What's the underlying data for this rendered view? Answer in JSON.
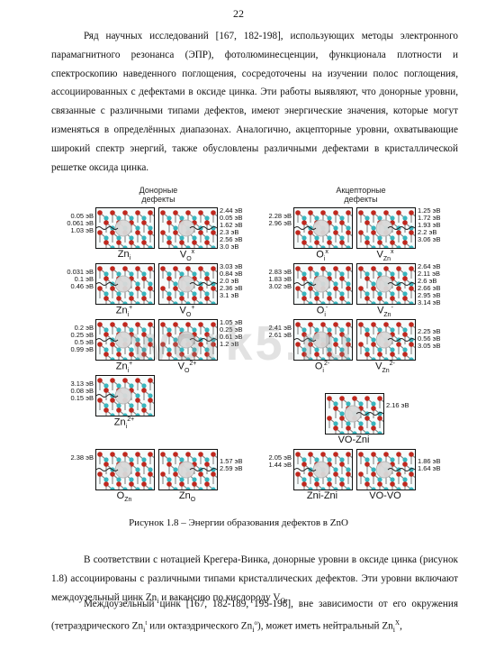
{
  "page_number": "22",
  "paragraph1": "Ряд научных исследований [167, 182-198], использующих методы электронного парамагнитного резонанса (ЭПР), фотолюминесценции, функционала плотности и спектроскопию наведенного поглощения, сосредоточены на изучении полос поглощения, ассоциированных с дефектами в оксиде цинка. Эти работы выявляют, что донорные уровни, связанные с различными типами дефектов, имеют энергические значения, которые могут изменяться в определённых диапазонах. Аналогично, акцепторные уровни, охватывающие широкий спектр энергий, также обусловлены различными дефектами в кристаллической решетке оксида цинка.",
  "figure": {
    "donor_header": "Донорные\nдефекты",
    "acceptor_header": "Акцепторные\nдефекты",
    "panels": [
      {
        "id": "zni0",
        "label": "Zni",
        "lsub": "i",
        "lsup": "",
        "left": "0.05 эВ\n0.061 эВ\n1.03 эВ",
        "right": ""
      },
      {
        "id": "vo0",
        "label": "VO",
        "lsub": "O",
        "lsup": "x",
        "left": "",
        "right": "2.44 эВ\n0.05 эВ\n1.62 эВ\n2.3 эВ\n2.56 эВ\n3.0 эВ"
      },
      {
        "id": "oi0",
        "label": "Oi",
        "lsub": "i",
        "lsup": "x",
        "left": "2.28 эВ\n2.96 эВ",
        "right": ""
      },
      {
        "id": "vzn0",
        "label": "VZn",
        "lsub": "Zn",
        "lsup": "x",
        "left": "",
        "right": "1.25 эВ\n1.72 эВ\n1.93 эВ\n2.2 эВ\n3.06 эВ"
      },
      {
        "id": "zni1",
        "label": "Zni",
        "lsub": "i",
        "lsup": "+",
        "left": "0.031 эВ\n0.1 эВ\n0.46 эВ",
        "right": ""
      },
      {
        "id": "vo1",
        "label": "VO",
        "lsub": "O",
        "lsup": "+",
        "left": "",
        "right": "3.03 эВ\n0.84 эВ\n2.0 эВ\n2.36 эВ\n3.1 эВ"
      },
      {
        "id": "oi1",
        "label": "Oi",
        "lsub": "i",
        "lsup": "-",
        "left": "2.83 эВ\n1.83 эВ\n3.02 эВ",
        "right": ""
      },
      {
        "id": "vzn1",
        "label": "VZn",
        "lsub": "Zn",
        "lsup": "-",
        "left": "",
        "right": "2.64 эВ\n2.11 эВ\n2.6 эВ\n2.66 эВ\n2.95 эВ\n3.14 эВ"
      },
      {
        "id": "zni2",
        "label": "Zni",
        "lsub": "i",
        "lsup": "+",
        "left": "0.2 эВ\n0.25 эВ\n0.5 эВ\n0.99 эВ",
        "right": ""
      },
      {
        "id": "vo2",
        "label": "VO",
        "lsub": "O",
        "lsup": "2+",
        "left": "",
        "right": "1.05 эВ\n0.25 эВ\n0.61 эВ\n1.2 эВ"
      },
      {
        "id": "oi2",
        "label": "Oi",
        "lsub": "i",
        "lsup": "2-",
        "left": "2.41 эВ\n2.61 эВ",
        "right": ""
      },
      {
        "id": "vzn2",
        "label": "VZn",
        "lsub": "Zn",
        "lsup": "2-",
        "left": "",
        "right": "2.25 эВ\n0.56 эВ\n3.05 эВ"
      },
      {
        "id": "zni3",
        "label": "Zni",
        "lsub": "i",
        "lsup": "2+",
        "left": "3.13 эВ\n0.08 эВ\n0.15 эВ",
        "right": ""
      },
      {
        "id": "vozni",
        "label": "VO-Zni",
        "lsub": "",
        "lsup": "",
        "left": "",
        "right": "2.16 эВ"
      },
      {
        "id": "ozn",
        "label": "OZn",
        "lsub": "Zn",
        "lsup": "",
        "left": "2.38 эВ",
        "right": ""
      },
      {
        "id": "zno",
        "label": "ZnO",
        "lsub": "O",
        "lsup": "",
        "left": "",
        "right": "1.57 эВ\n2.59 эВ"
      },
      {
        "id": "znizni",
        "label": "Zni-Zni",
        "lsub": "",
        "lsup": "",
        "left": "2.05 эВ\n1.44 эВ",
        "right": ""
      },
      {
        "id": "vovo",
        "label": "VO-VO",
        "lsub": "",
        "lsup": "",
        "left": "",
        "right": "1.86 эВ\n1.64 эВ"
      }
    ]
  },
  "caption": "Рисунок 1.8 – Энергии образования дефектов в ZnO",
  "paragraph2_a": "В соответствии с нотацией Крегера-Винка, донорные уровни в оксиде цинка (рисунок 1.8) ассоциированы с различными типами кристаллических дефектов. Эти уровни включают междоузельный цинк Zn",
  "paragraph2_b": " и вакансию по кислороду V",
  "paragraph2_c": ".",
  "paragraph3_a": "Междоузельный цинк [167, 182-189, 195-198], вне зависимости от его окружения (тетраэдрического Zn",
  "paragraph3_b": " или октаэдрического Zn",
  "paragraph3_c": "), может иметь нейтральный Zn",
  "paragraph3_d": ",",
  "watermark": "work5.ru",
  "colors": {
    "oxygen": "#c0281e",
    "zinc": "#39b5bd",
    "defect": "#d9d9d9"
  }
}
